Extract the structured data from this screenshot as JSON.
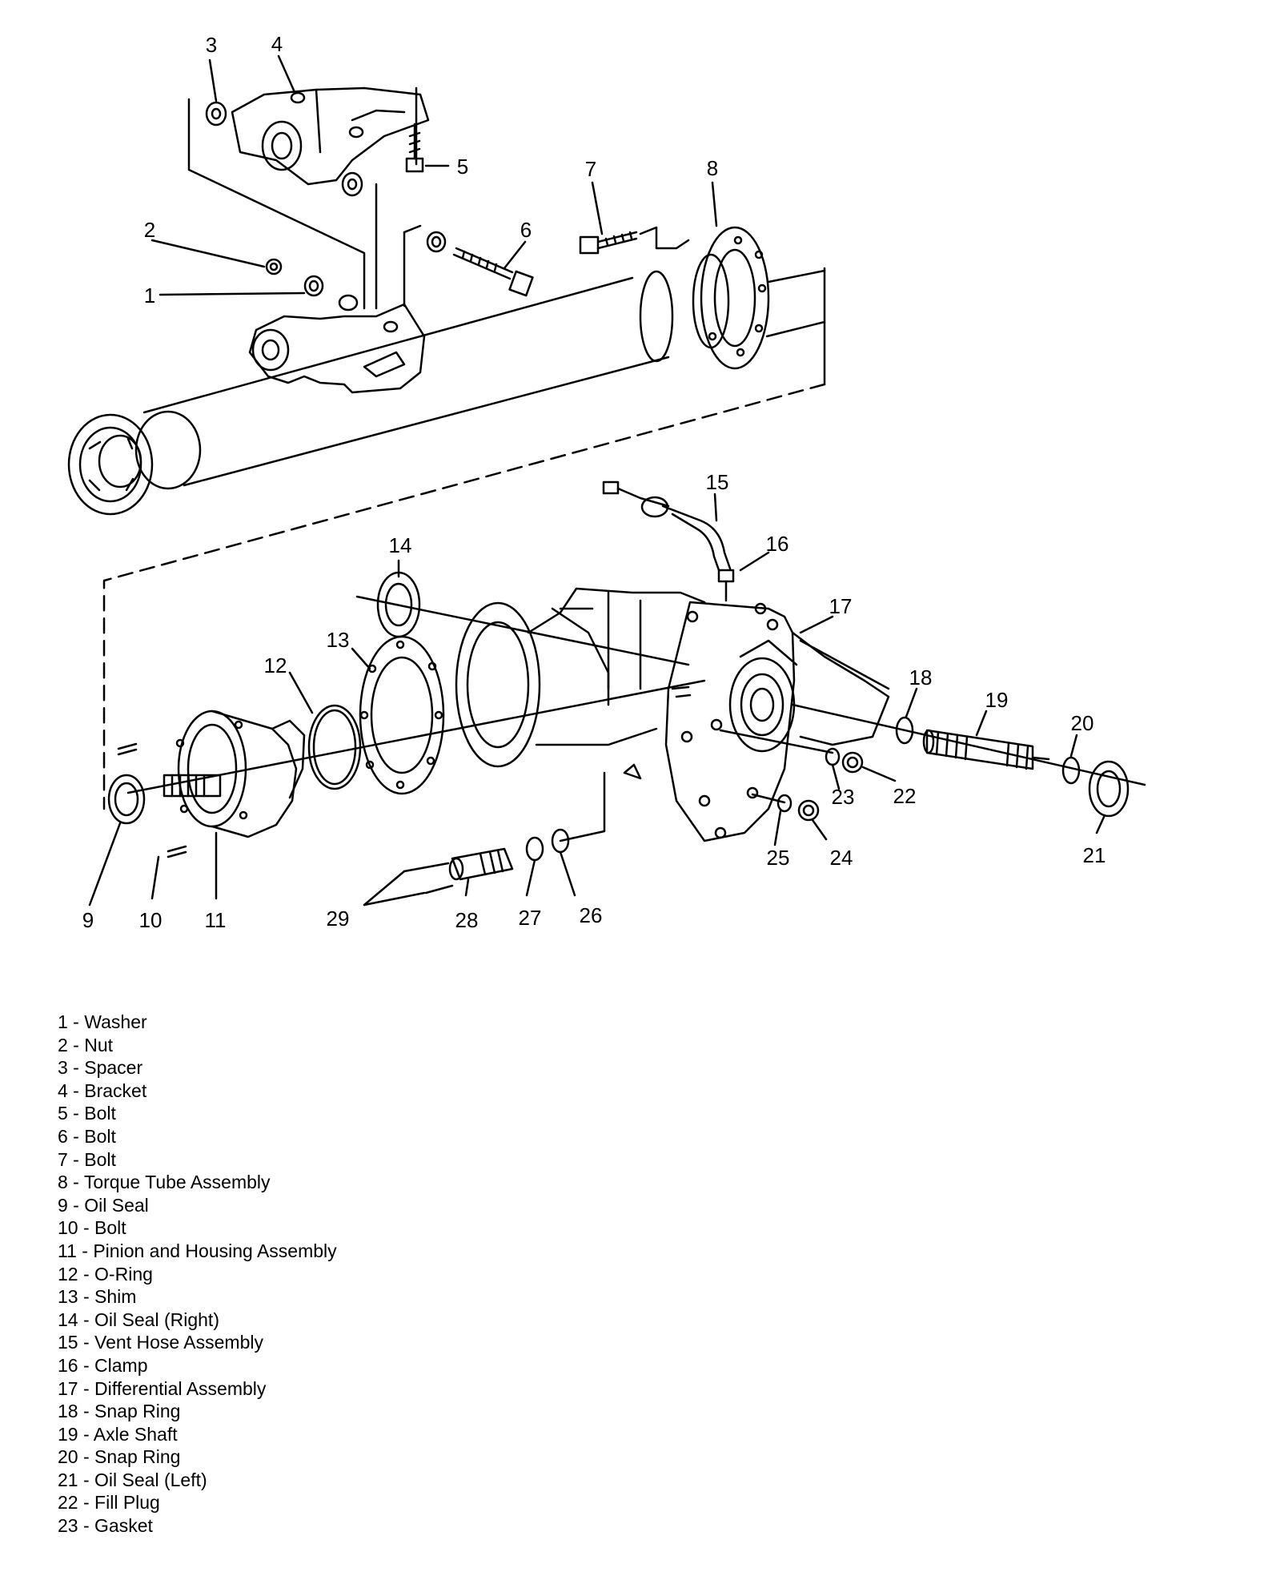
{
  "callouts": [
    "1",
    "2",
    "3",
    "4",
    "5",
    "6",
    "7",
    "8",
    "9",
    "10",
    "11",
    "12",
    "13",
    "14",
    "15",
    "16",
    "17",
    "18",
    "19",
    "20",
    "21",
    "22",
    "23",
    "24",
    "25",
    "26",
    "27",
    "28",
    "29"
  ],
  "legend": [
    {
      "num": "1",
      "label": "Washer"
    },
    {
      "num": "2",
      "label": "Nut"
    },
    {
      "num": "3",
      "label": "Spacer"
    },
    {
      "num": "4",
      "label": "Bracket"
    },
    {
      "num": "5",
      "label": "Bolt"
    },
    {
      "num": "6",
      "label": "Bolt"
    },
    {
      "num": "7",
      "label": "Bolt"
    },
    {
      "num": "8",
      "label": "Torque Tube Assembly"
    },
    {
      "num": "9",
      "label": "Oil Seal"
    },
    {
      "num": "10",
      "label": "Bolt"
    },
    {
      "num": "11",
      "label": "Pinion and Housing Assembly"
    },
    {
      "num": "12",
      "label": "O-Ring"
    },
    {
      "num": "13",
      "label": "Shim"
    },
    {
      "num": "14",
      "label": "Oil Seal (Right)"
    },
    {
      "num": "15",
      "label": "Vent Hose Assembly"
    },
    {
      "num": "16",
      "label": "Clamp"
    },
    {
      "num": "17",
      "label": "Differential Assembly"
    },
    {
      "num": "18",
      "label": "Snap Ring"
    },
    {
      "num": "19",
      "label": "Axle Shaft"
    },
    {
      "num": "20",
      "label": "Snap Ring"
    },
    {
      "num": "21",
      "label": "Oil Seal (Left)"
    },
    {
      "num": "22",
      "label": "Fill Plug"
    },
    {
      "num": "23",
      "label": "Gasket"
    }
  ],
  "colors": {
    "line": "#000000",
    "background": "#ffffff"
  }
}
